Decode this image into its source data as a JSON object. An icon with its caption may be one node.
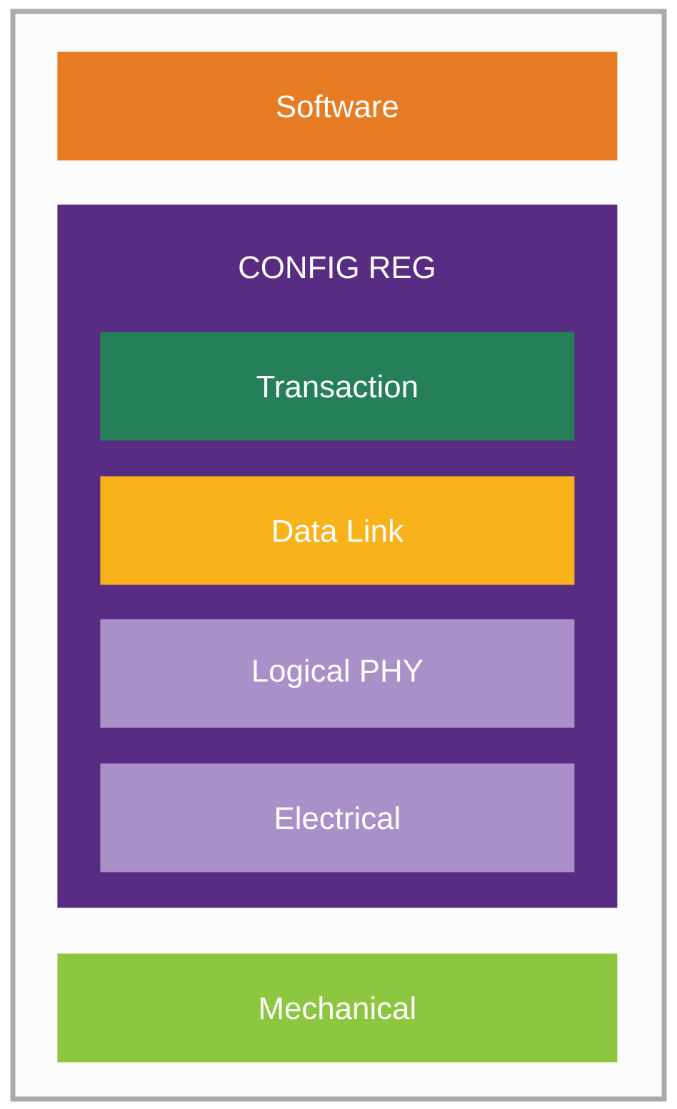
{
  "diagram": {
    "nodes": [
      {
        "text": [
          "Software"
        ]
      },
      {
        "text": [
          "CONFIG REG"
        ]
      },
      {
        "text": [
          "Transaction"
        ],
        "in": 1
      },
      {
        "text": [
          "Data Link"
        ],
        "in": 1
      },
      {
        "text": [
          "Logical PHY"
        ],
        "in": 1
      },
      {
        "text": [
          "Electrical"
        ],
        "in": 1
      },
      {
        "text": [
          "Mechanical"
        ]
      }
    ]
  }
}
